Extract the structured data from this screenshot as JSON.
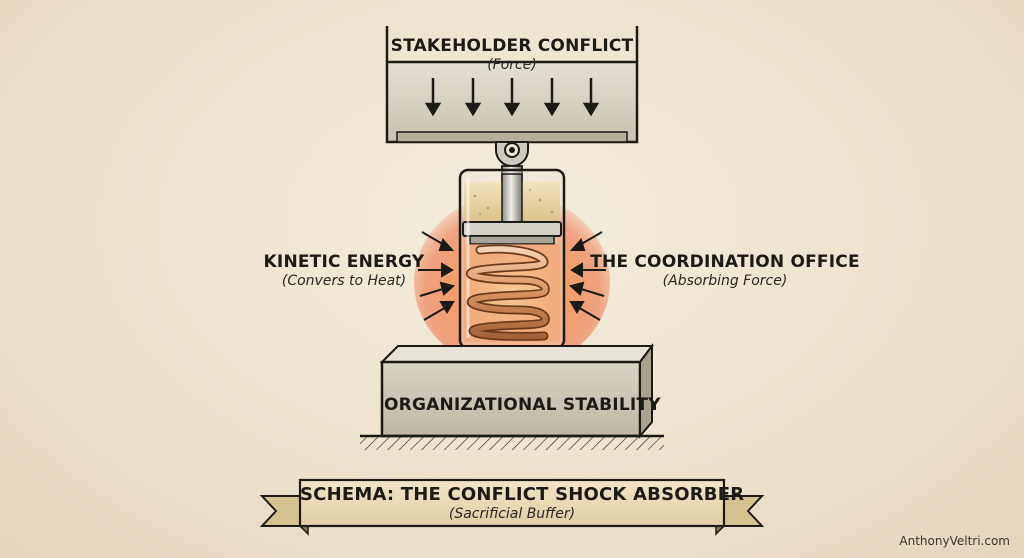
{
  "top_block": {
    "title": "STAKEHOLDER CONFLICT",
    "subtitle": "(Force)"
  },
  "left_callout": {
    "title": "KINETIC ENERGY",
    "subtitle": "(Convers to Heat)"
  },
  "right_callout": {
    "title": "THE COORDINATION OFFICE",
    "subtitle": "(Absorbing Force)"
  },
  "base_block": {
    "title": "ORGANIZATIONAL STABILITY"
  },
  "banner": {
    "title": "SCHEMA: THE CONFLICT SHOCK ABSORBER",
    "subtitle": "(Sacrificial Buffer)"
  },
  "credit": "AnthonyVeltri.com",
  "colors": {
    "paper": "#efe6d2",
    "block": "#d8d2c4",
    "ink": "#1c1a17",
    "heat": "#f06a3a",
    "spring": "#c98a5a",
    "fluid": "#e6cf99",
    "banner": "#ecdcb9"
  }
}
